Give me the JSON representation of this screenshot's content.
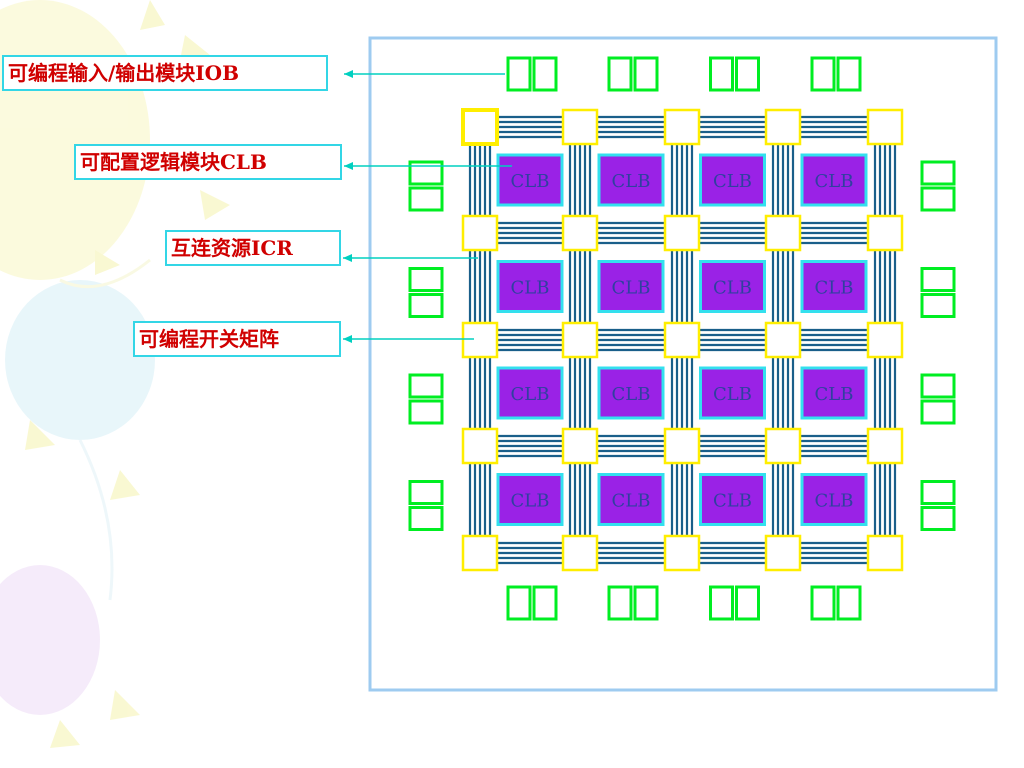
{
  "labels": {
    "iob": "可编程输入/输出模块IOB",
    "clb": "可配置逻辑模块CLB",
    "icr": "互连资源ICR",
    "psm": "可编程开关矩阵"
  },
  "clb_text": "CLB",
  "grid": {
    "rows": 4,
    "cols": 4
  },
  "colors": {
    "frame": "#9ecbf0",
    "iob": "#00ee22",
    "switch": "#ffee00",
    "wire": "#1a5f8a",
    "clb_fill": "#9a22e6",
    "clb_border": "#33e0ee",
    "clb_text": "#3040a0",
    "label_text": "#d00000",
    "label_border": "#33d6e6",
    "leader": "#00d0c0"
  }
}
